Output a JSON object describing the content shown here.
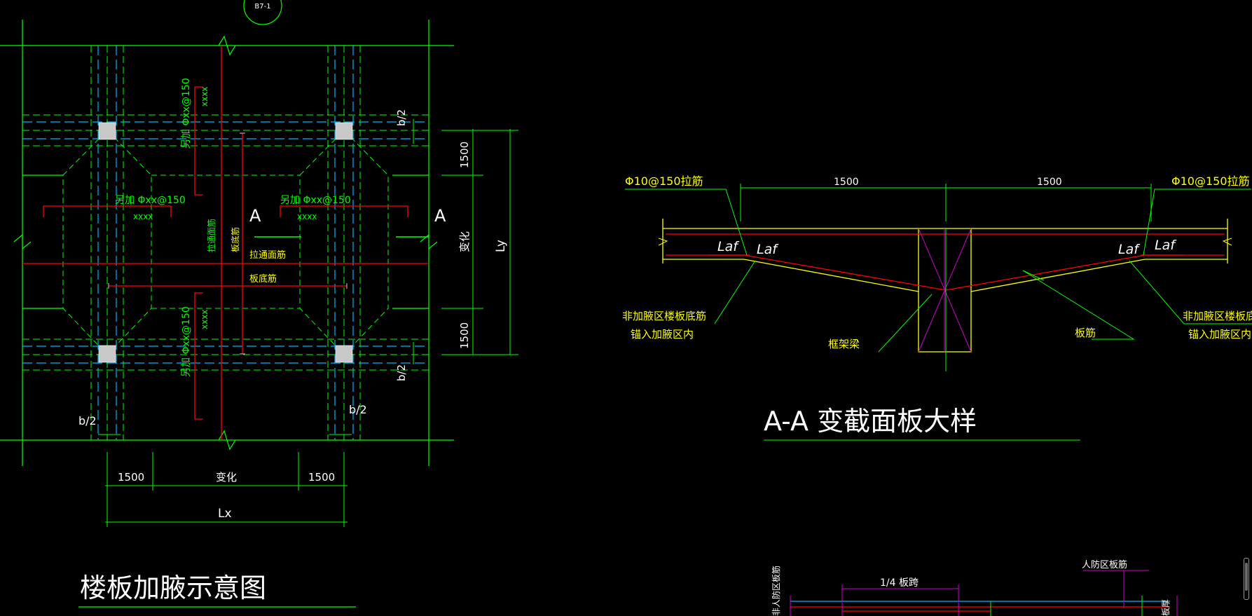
{
  "drawing": {
    "sheet_tag": "B7-1",
    "plan": {
      "title": "楼板加腋示意图",
      "extra_bar_1": "另加 Φxx@150",
      "extra_bar_1_sub": "xxxx",
      "extra_bar_2": "另加 Φxx@150",
      "extra_bar_2_sub": "xxxx",
      "extra_bar_v_top": "另加 Φxx@150",
      "extra_bar_v_top_sub": "xxxx",
      "extra_bar_v_bot": "另加 Φxx@150",
      "extra_bar_v_bot_sub": "xxxx",
      "section_mark_left": "A",
      "section_mark_right": "A",
      "label_tie_bar": "拉通面筋",
      "label_bottom_bar": "板底筋",
      "label_tie_bar_v": "拉通面筋",
      "label_bottom_bar_v": "板底筋",
      "dim_b2_top": "b/2",
      "dim_b2_bottom": "b/2",
      "dim_b2_left": "b/2",
      "dim_b2_right": "b/2",
      "dim_1500_top": "1500",
      "dim_1500_bottom": "1500",
      "dim_var_v": "变化",
      "dim_ly": "Ly",
      "dim_1500_left": "1500",
      "dim_var_h": "变化",
      "dim_1500_right": "1500",
      "dim_lx": "Lx"
    },
    "section": {
      "title": "A-A   变截面板大样",
      "tie_bar_left": "Φ10@150拉筋",
      "tie_bar_right": "Φ10@150拉筋",
      "dim_left": "1500",
      "dim_right": "1500",
      "laf_1": "Laf",
      "laf_2": "Laf",
      "laf_3": "Laf",
      "laf_4": "Laf",
      "note_left_1": "非加腋区楼板底筋",
      "note_left_2": "锚入加腋区内",
      "note_right_1": "非加腋区楼板底筋",
      "note_right_2": "锚入加腋区内",
      "label_beam": "框架梁",
      "label_slab_bar": "板筋"
    },
    "detail": {
      "span_label": "1/4 板跨",
      "civil_def_label": "人防区板筋",
      "left_vert_label": "非人防区板筋",
      "right_vert_label": "板厚"
    }
  },
  "colors": {
    "background": "#000000",
    "green": "#00ff00",
    "cyan": "#00b4ff",
    "red": "#ff0000",
    "yellow": "#ffff00",
    "white": "#ffffff",
    "magenta": "#cc00cc",
    "column": "#c8c8c8"
  }
}
